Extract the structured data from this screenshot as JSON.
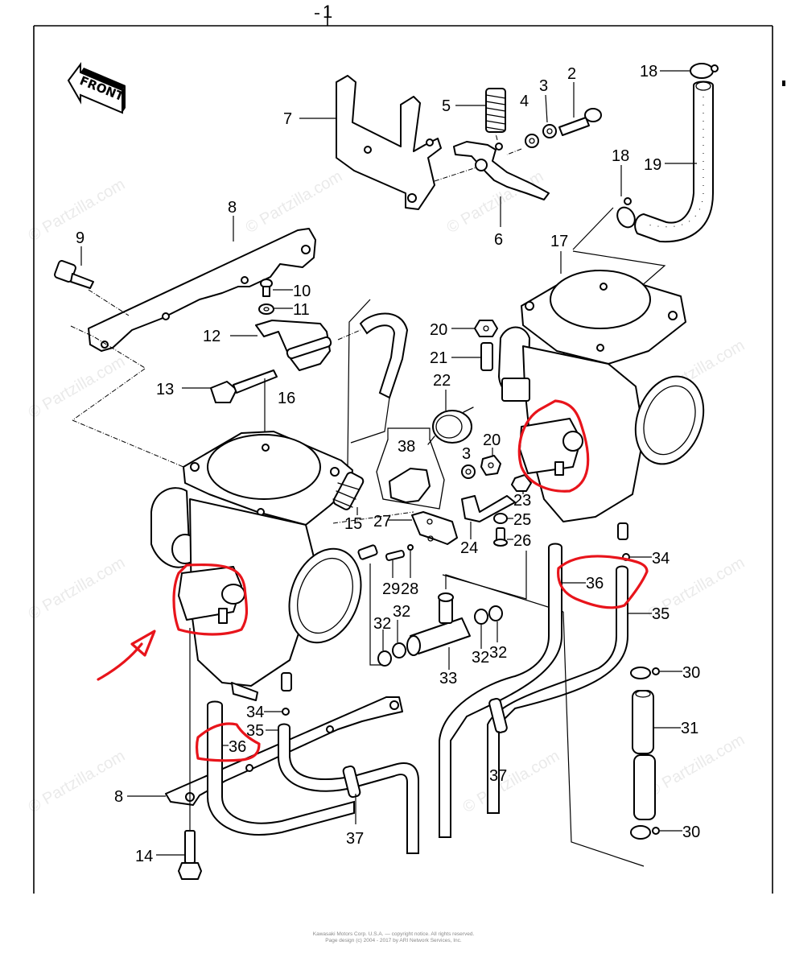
{
  "diagram": {
    "title_ref": "1",
    "subject": "Carburetor assembly exploded view",
    "direction_badge": {
      "label": "FRONT",
      "icon": "arrow-left-icon"
    },
    "watermark_text": "© Partzilla.com",
    "callouts": {
      "c2": "2",
      "c3a": "3",
      "c4": "4",
      "c5": "5",
      "c6": "6",
      "c7": "7",
      "c8a": "8",
      "c8b": "8",
      "c9": "9",
      "c10": "10",
      "c11": "11",
      "c12": "12",
      "c13": "13",
      "c14": "14",
      "c15": "15",
      "c16": "16",
      "c17": "17",
      "c18a": "18",
      "c18b": "18",
      "c19": "19",
      "c20a": "20",
      "c20b": "20",
      "c21": "21",
      "c22": "22",
      "c3b": "3",
      "c23": "23",
      "c24": "24",
      "c25": "25",
      "c26": "26",
      "c27": "27",
      "c28": "28",
      "c29": "29",
      "c30a": "30",
      "c30b": "30",
      "c31": "31",
      "c32a": "32",
      "c32b": "32",
      "c32c": "32",
      "c32d": "32",
      "c33": "33",
      "c34a": "34",
      "c34b": "34",
      "c35a": "35",
      "c35b": "35",
      "c36a": "36",
      "c36b": "36",
      "c37a": "37",
      "c37b": "37",
      "c38": "38"
    },
    "annotations": {
      "color": "#e8141b",
      "items": [
        "circle-around-left-carb-fuel-fitting",
        "circle-around-right-carb-fuel-fitting",
        "circle-around-part-36-left",
        "circle-around-part-36-right",
        "arrow-pointing-to-left-carb"
      ]
    }
  },
  "footer": {
    "line1": "Kawasaki Motors Corp. U.S.A. — copyright notice. All rights reserved.",
    "line2": "Page design (c) 2004 - 2017 by ARI Network Services, Inc."
  }
}
